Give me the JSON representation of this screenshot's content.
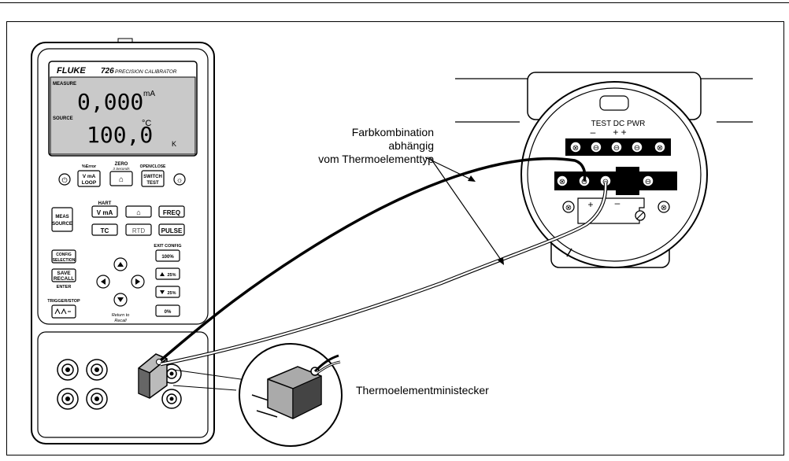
{
  "device": {
    "brand": "FLUKE",
    "model": "726",
    "model_subtitle": "PRECISION CALIBRATOR",
    "display": {
      "measure_label": "MEASURE",
      "measure_value": "0,000",
      "measure_unit": "mA",
      "source_label": "SOURCE",
      "source_value": "100,0",
      "source_unit": "°C",
      "source_type": "K"
    },
    "keys": {
      "error_caption": "%Error",
      "loop_key": "V mA\nLOOP",
      "zero_caption": "ZERO",
      "zero_sub": "3 Seconds",
      "openclose_caption": "OPEN/CLOSE",
      "switch_key": "SWITCH\nTEST",
      "hart_caption": "HART",
      "meas_source_key": "MEAS\nSOURCE",
      "vma_key": "V mA",
      "freq_key": "FREQ",
      "tc_key": "TC",
      "rtd_key": "RTD",
      "pulse_key": "PULSE",
      "config_key": "CONFIG\nSELECTION",
      "save_key": "SAVE\nRECALL",
      "enter_caption": "ENTER",
      "exit_config_caption": "EXIT CONFIG",
      "pct100_key": "100%",
      "pct25_up_key": "25%",
      "pct25_down_key": "25%",
      "pct0_key": "0%",
      "trigger_caption": "TRIGGER/STOP",
      "return_caption": "Return to\nRecall"
    }
  },
  "transmitter": {
    "terminal_label": "TEST DC PWR",
    "minus": "–",
    "plus_plus": "+ +",
    "plus": "+",
    "minus_lower": "–"
  },
  "callouts": {
    "color_note": "Farbkombination abhängig\nvom Thermoelementtyp",
    "plug_label": "Thermoelementministecker"
  }
}
